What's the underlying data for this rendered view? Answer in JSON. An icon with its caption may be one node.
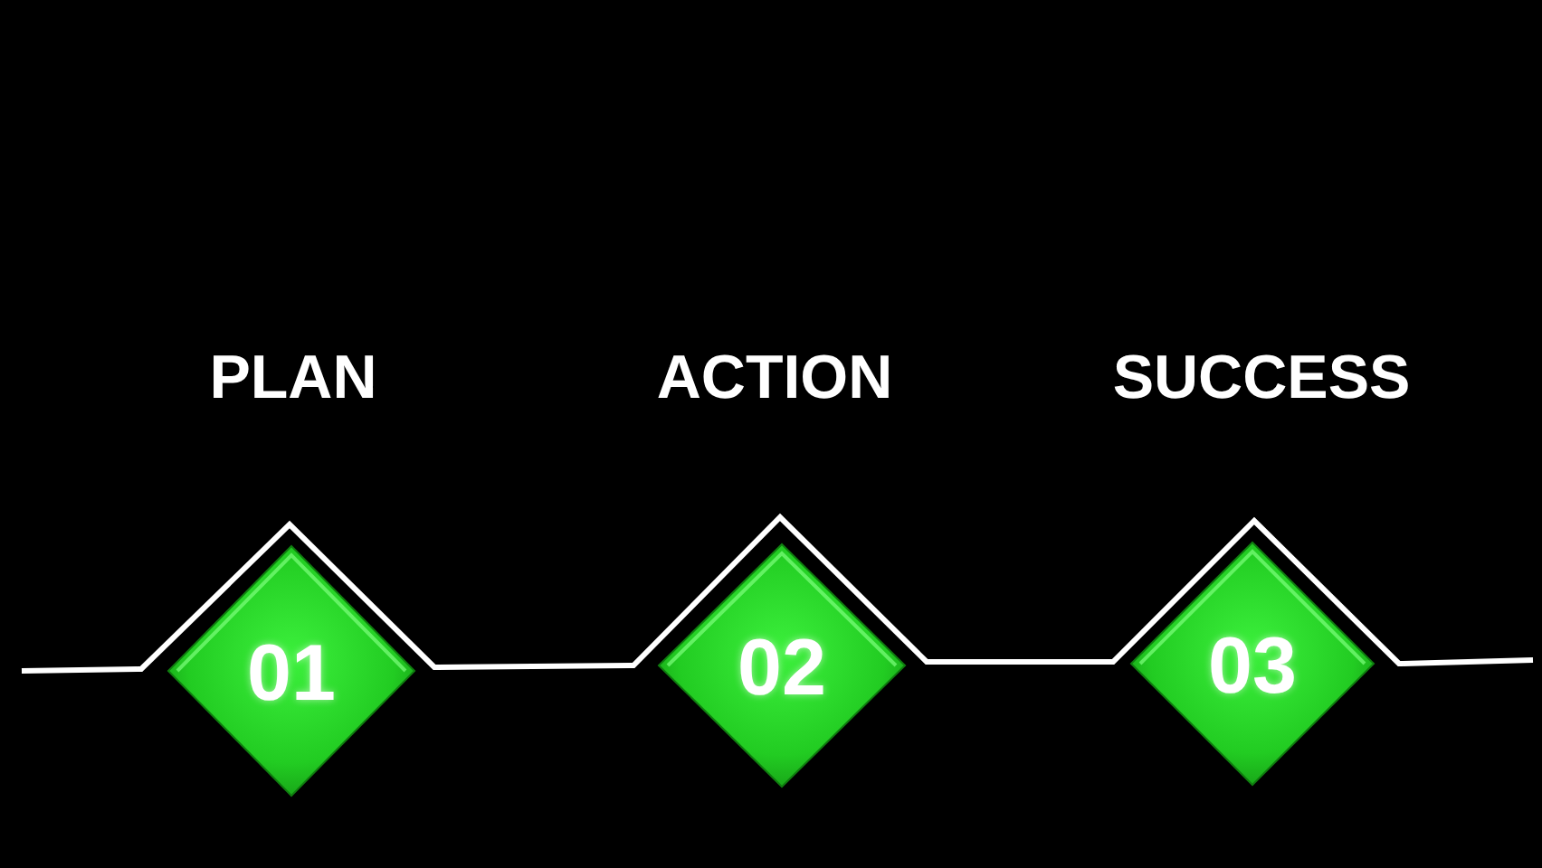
{
  "diagram": {
    "nodes": [
      {
        "text": [
          "01"
        ],
        "beside": [
          "PLAN"
        ]
      },
      {
        "text": [
          "02"
        ],
        "beside": [
          "ACTION"
        ]
      },
      {
        "text": [
          "03"
        ],
        "beside": [
          "SUCCESS"
        ]
      }
    ],
    "edges": [
      {
        "from": null,
        "to": 0,
        "arrow": "none"
      },
      {
        "from": 0,
        "to": 1,
        "arrow": "none"
      },
      {
        "from": 1,
        "to": 2,
        "arrow": "none"
      },
      {
        "from": 2,
        "to": null,
        "arrow": "none"
      }
    ]
  }
}
